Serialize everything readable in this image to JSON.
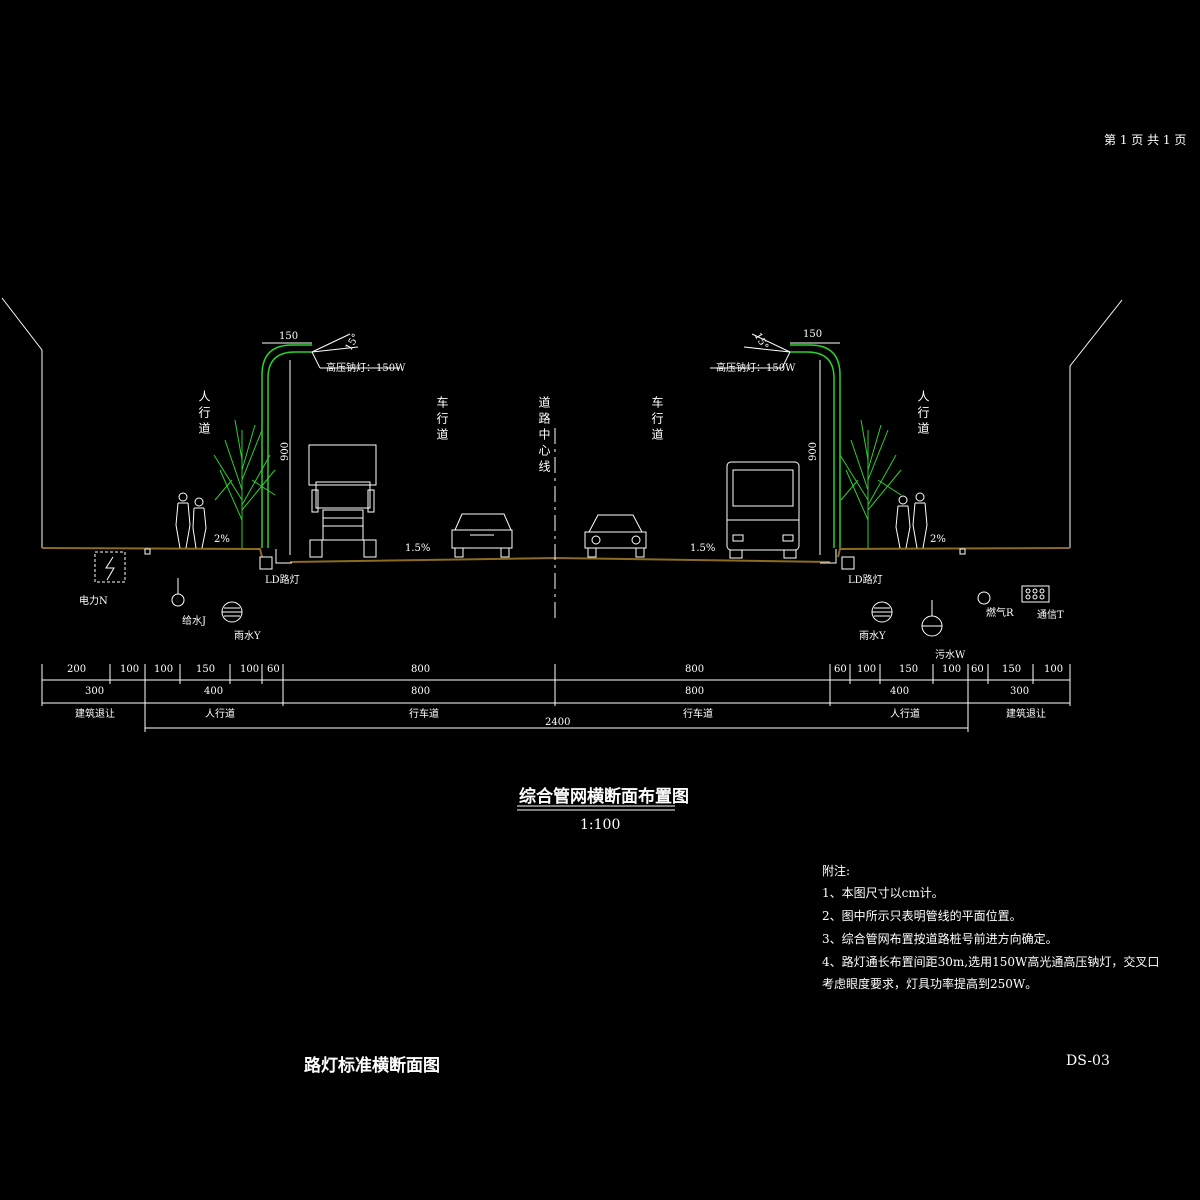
{
  "page": {
    "pager": "第 1 页  共 1 页",
    "drawing_no": "DS-03",
    "sheet_title": "路灯标准横断面图"
  },
  "figure": {
    "title": "综合管网横断面布置图",
    "scale": "1:100"
  },
  "section": {
    "left_sidewalk": "人行道",
    "left_carriageway": "车行道",
    "centerline": "道路中心线",
    "right_carriageway": "车行道",
    "right_sidewalk": "人行道",
    "lamp_arm": "150",
    "lamp_height": "900",
    "lamp_angle": "15°",
    "lamp_left": "高压钠灯：150W",
    "lamp_right": "高压钠灯：150W",
    "slope_sidewalk_left": "2%",
    "slope_road_left": "1.5%",
    "slope_road_right": "1.5%",
    "slope_sidewalk_right": "2%",
    "utilities": {
      "power": "电力N",
      "water_supply": "给水J",
      "rain_left": "雨水Y",
      "ld_left": "LD路灯",
      "ld_right": "LD路灯",
      "rain_right": "雨水Y",
      "sewage": "污水W",
      "gas": "燃气R",
      "telecom": "通信T"
    }
  },
  "dimensions": {
    "row1": [
      "200",
      "100",
      "100",
      "150",
      "100",
      "60",
      "800",
      "800",
      "60",
      "100",
      "150",
      "100",
      "60",
      "150",
      "100"
    ],
    "row2": [
      "300",
      "400",
      "800",
      "800",
      "400",
      "300"
    ],
    "row2_labels": [
      "建筑退让",
      "人行道",
      "行车道",
      "行车道",
      "人行道",
      "建筑退让"
    ],
    "total": "2400"
  },
  "notes": {
    "heading": "附注:",
    "items": [
      "1、本图尺寸以cm计。",
      "2、图中所示只表明管线的平面位置。",
      "3、综合管网布置按道路桩号前进方向确定。",
      "4、路灯通长布置间距30m,选用150W高光通高压钠灯，交叉口",
      "考虑眼度要求，灯具功率提高到250W。"
    ]
  },
  "colors": {
    "line": "#ffffff",
    "ground": "#8b6b1f",
    "lamp": "#2bd12b",
    "tree": "#2bd12b"
  }
}
